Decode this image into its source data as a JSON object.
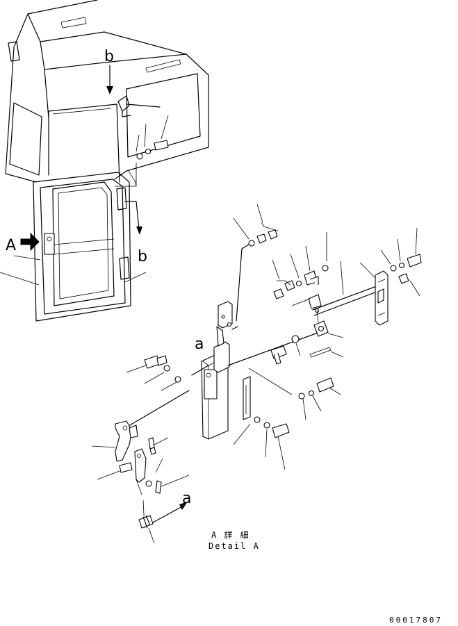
{
  "labels": {
    "view_a": "A",
    "view_b_top": "b",
    "view_b_side": "b",
    "ref_a_upper": "a",
    "ref_a_lower": "a"
  },
  "caption": {
    "jp": "A 詳 細",
    "en": "Detail A"
  },
  "drawing_number": "00017807"
}
